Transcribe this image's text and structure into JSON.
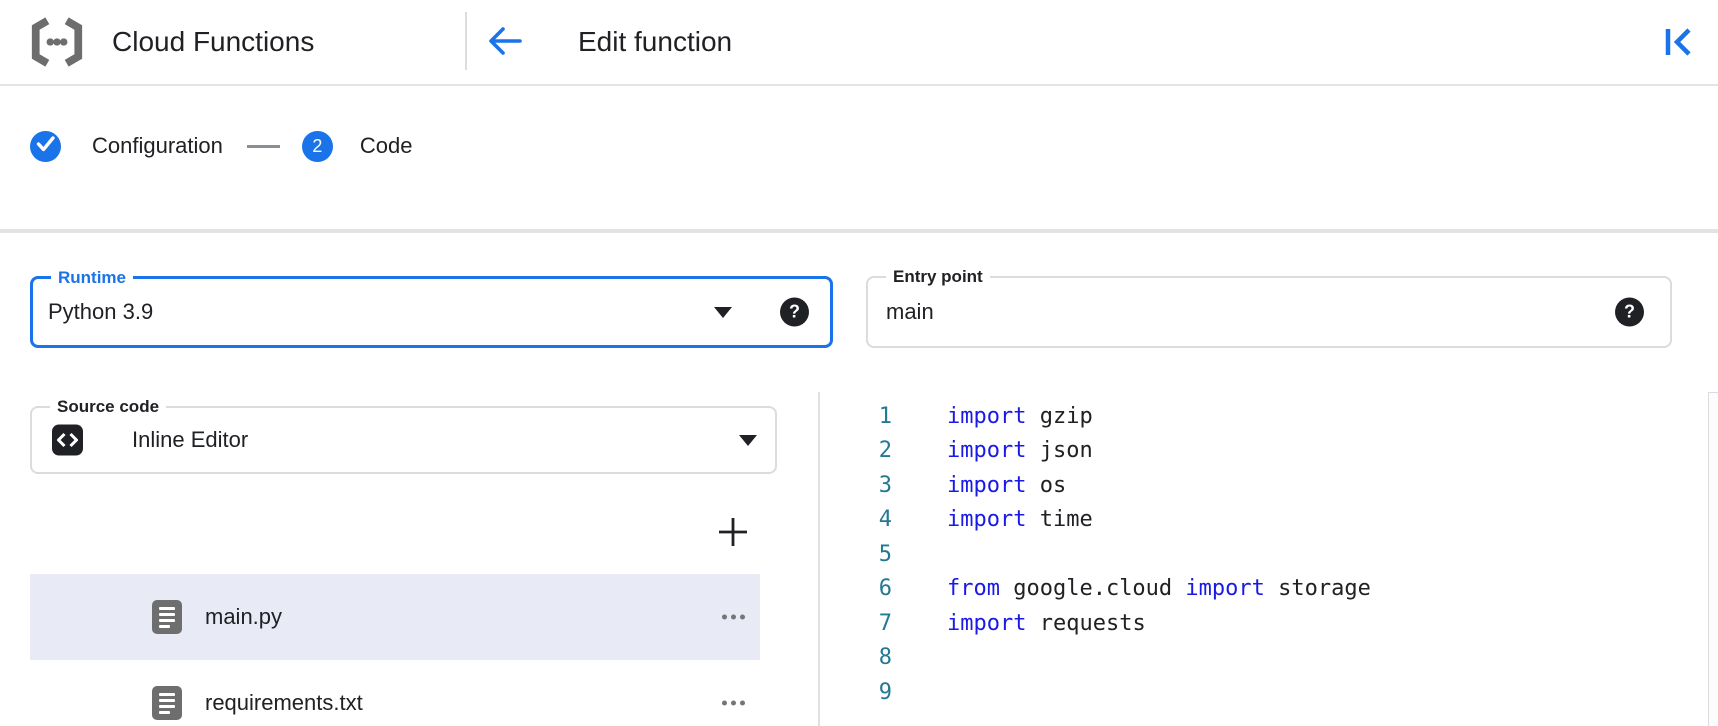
{
  "header": {
    "product_name": "Cloud Functions",
    "page_title": "Edit function"
  },
  "stepper": {
    "steps": [
      {
        "label": "Configuration",
        "status": "complete",
        "icon": "check"
      },
      {
        "label": "Code",
        "status": "current",
        "number": "2"
      }
    ]
  },
  "form": {
    "runtime": {
      "label": "Runtime",
      "value": "Python 3.9",
      "focused": true,
      "help_icon": "help"
    },
    "entry_point": {
      "label": "Entry point",
      "value": "main",
      "help_icon": "help"
    },
    "source_code": {
      "label": "Source code",
      "value": "Inline Editor",
      "icon": "code-brackets"
    }
  },
  "file_panel": {
    "add_icon": "plus",
    "files": [
      {
        "name": "main.py",
        "selected": true,
        "menu_icon": "ellipsis"
      },
      {
        "name": "requirements.txt",
        "selected": false,
        "menu_icon": "ellipsis"
      }
    ]
  },
  "editor": {
    "lines": [
      {
        "number": "1",
        "tokens": [
          {
            "type": "keyword",
            "text": "import"
          },
          {
            "type": "plain",
            "text": " gzip"
          }
        ]
      },
      {
        "number": "2",
        "tokens": [
          {
            "type": "keyword",
            "text": "import"
          },
          {
            "type": "plain",
            "text": " json"
          }
        ]
      },
      {
        "number": "3",
        "tokens": [
          {
            "type": "keyword",
            "text": "import"
          },
          {
            "type": "plain",
            "text": " os"
          }
        ]
      },
      {
        "number": "4",
        "tokens": [
          {
            "type": "keyword",
            "text": "import"
          },
          {
            "type": "plain",
            "text": " time"
          }
        ]
      },
      {
        "number": "5",
        "tokens": []
      },
      {
        "number": "6",
        "tokens": [
          {
            "type": "keyword",
            "text": "from"
          },
          {
            "type": "plain",
            "text": " google.cloud "
          },
          {
            "type": "keyword",
            "text": "import"
          },
          {
            "type": "plain",
            "text": " storage"
          }
        ]
      },
      {
        "number": "7",
        "tokens": [
          {
            "type": "keyword",
            "text": "import"
          },
          {
            "type": "plain",
            "text": " requests"
          }
        ]
      },
      {
        "number": "8",
        "tokens": []
      },
      {
        "number": "9",
        "tokens": []
      }
    ]
  },
  "colors": {
    "accent_blue": "#1a73e8",
    "keyword_blue": "#1a1ae6",
    "line_number_teal": "#237893",
    "selected_row_bg": "#e8eaf6",
    "icon_gray": "#6e6e6e"
  }
}
